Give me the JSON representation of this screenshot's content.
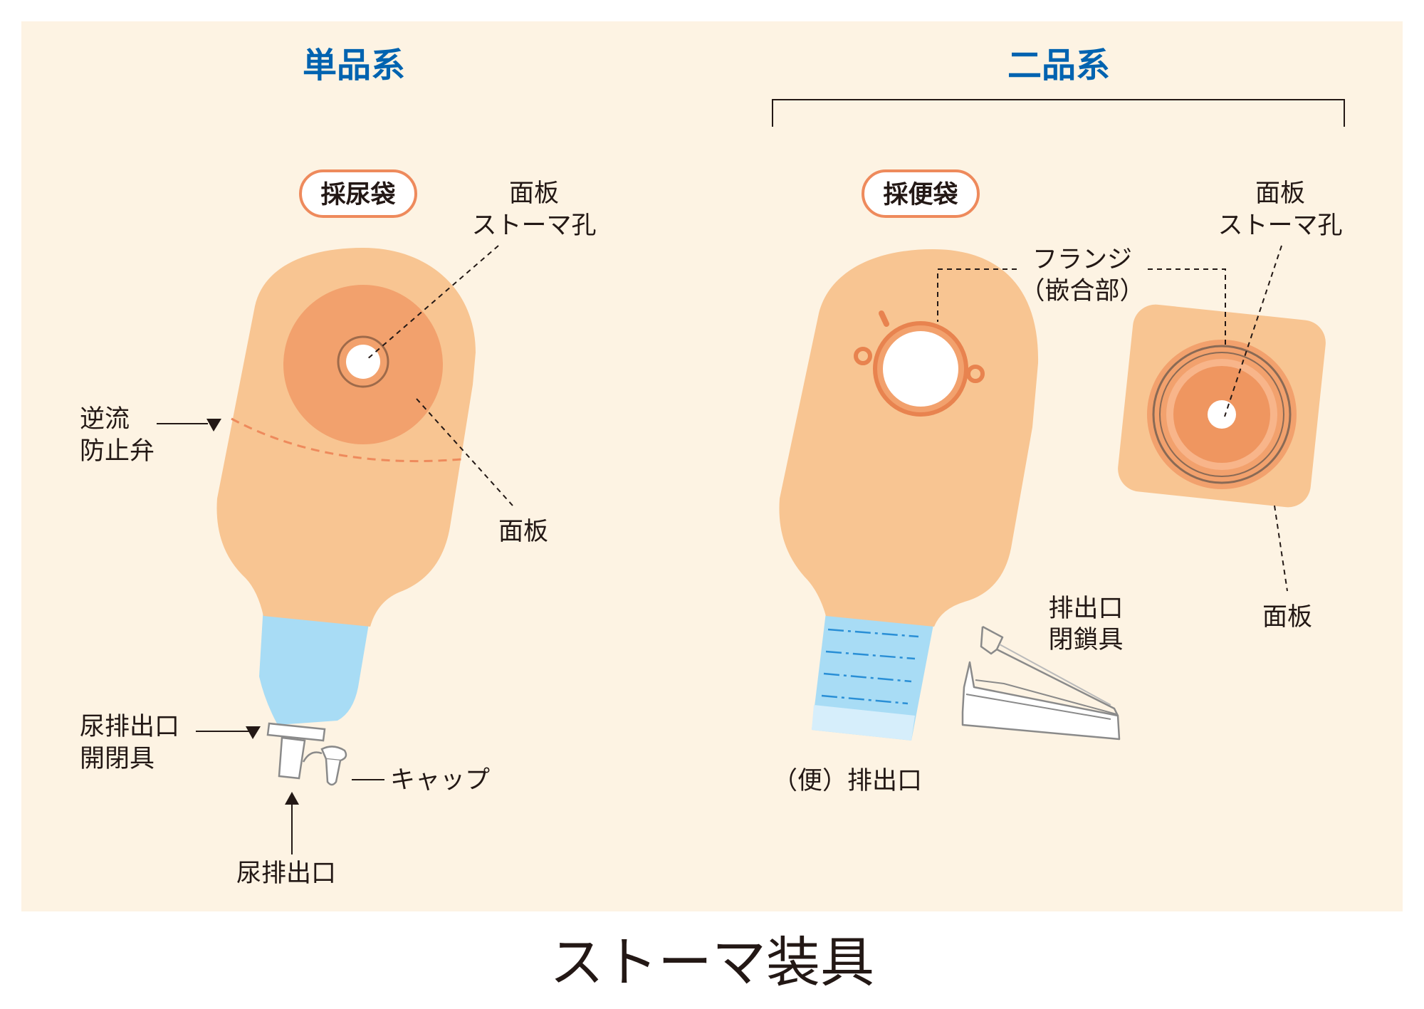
{
  "colors": {
    "panel_bg": "#fdf3e3",
    "bag": "#f8c592",
    "faceplate": "#f2a16d",
    "ring": "#e8834f",
    "blue_tube": "#a8dcf5",
    "blue_light": "#d6eefb",
    "dash_blue": "#2a8fd6",
    "section_title": "#0063b0",
    "badge_border": "#ee8a5c",
    "text": "#231815"
  },
  "icons": [
    "one-piece-urostomy-pouch-icon",
    "two-piece-colostomy-pouch-icon",
    "baseplate-flange-icon",
    "outlet-clamp-icon",
    "drain-valve-icon",
    "cap-icon"
  ],
  "sections": {
    "one_piece": "単品系",
    "two_piece": "二品系"
  },
  "badges": {
    "urostomy_bag": "採尿袋",
    "colostomy_bag": "採便袋"
  },
  "labels": {
    "faceplate_hole_top_1": "面板",
    "faceplate_hole_top_2": "ストーマ孔",
    "antireflux_1": "逆流",
    "antireflux_2": "防止弁",
    "faceplate_left": "面板",
    "urine_valve_1": "尿排出口",
    "urine_valve_2": "開閉具",
    "cap": "キャップ",
    "urine_outlet": "尿排出口",
    "flange_1": "フランジ",
    "flange_2": "（嵌合部）",
    "faceplate_hole_right_1": "面板",
    "faceplate_hole_right_2": "ストーマ孔",
    "clamp_1": "排出口",
    "clamp_2": "閉鎖具",
    "faceplate_right": "面板",
    "stool_outlet": "（便）排出口"
  },
  "title": "ストーマ装具"
}
